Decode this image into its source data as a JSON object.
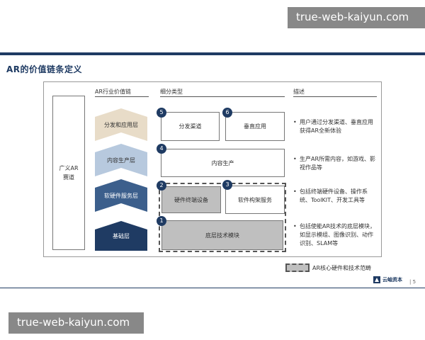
{
  "watermark": "true-web-kaiyun.com",
  "title": "AR的价值链条定义",
  "broad_label": [
    "广义AR",
    "赛道"
  ],
  "headers": {
    "chain": "AR行业价值链",
    "types": "细分类型",
    "desc": "描述"
  },
  "layers": [
    "分发和应用层",
    "内容生产层",
    "软硬件服务层",
    "基础层"
  ],
  "boxes": [
    {
      "num": "5",
      "label": "分发渠道"
    },
    {
      "num": "6",
      "label": "垂直应用"
    },
    {
      "num": "4",
      "label": "内容生产"
    },
    {
      "num": "2",
      "label": "硬件终端设备"
    },
    {
      "num": "3",
      "label": "软件构架服务"
    },
    {
      "num": "1",
      "label": "底层技术模块"
    }
  ],
  "descriptions": [
    "用户通过分发渠道、垂直应用获得AR全新体验",
    "生产AR所需内容，如游戏、影视作品等",
    "包括终端硬件设备、操作系统、ToolKIT、开发工具等",
    "包括使能AR技术的底层模块，如显示模组、图像识别、动作识别、SLAM等"
  ],
  "legend": "AR核心硬件和技术范畴",
  "logo_text": "云岫资本",
  "page_number": "| 5",
  "colors": {
    "navy": "#1f3b63",
    "beige": "#e8dcc8",
    "light_blue": "#b7c9de",
    "mid_blue": "#3c5f8c",
    "grey": "#bfbfbf"
  }
}
